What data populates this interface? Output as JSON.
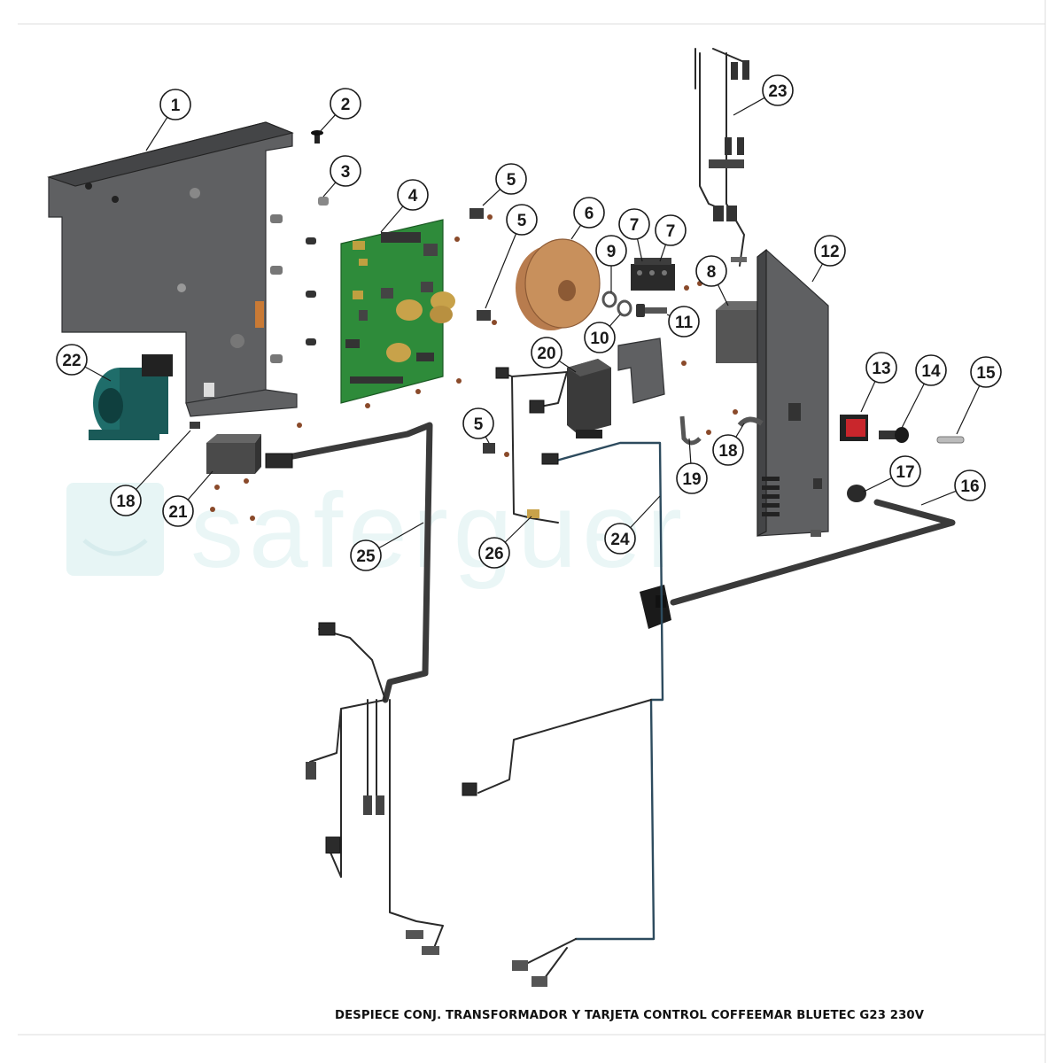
{
  "diagram": {
    "title": "DESPIECE CONJ. TRANSFORMADOR Y TARJETA CONTROL COFFEEMAR BLUETEC G23 230V",
    "watermark": "saferguer",
    "colors": {
      "metal": "#5f6062",
      "pcb": "#2e8b3a",
      "transformer": "#c48a5a",
      "pump": "#1f6d6a",
      "switch_red": "#c9262c",
      "watermark": "#d9f0f0",
      "blue_wire": "#2d4b5e"
    },
    "callouts": [
      "1",
      "2",
      "3",
      "4",
      "5",
      "5",
      "6",
      "7",
      "7",
      "9",
      "10",
      "11",
      "8",
      "12",
      "20",
      "5",
      "13",
      "14",
      "15",
      "18",
      "19",
      "23",
      "17",
      "16",
      "22",
      "18",
      "21",
      "25",
      "26",
      "24"
    ],
    "parts": [
      {
        "name": "chassis-plate"
      },
      {
        "name": "screw"
      },
      {
        "name": "spacer"
      },
      {
        "name": "control-board"
      },
      {
        "name": "cable-clip"
      },
      {
        "name": "toroidal-transformer"
      },
      {
        "name": "terminal-block"
      },
      {
        "name": "line-filter"
      },
      {
        "name": "washer"
      },
      {
        "name": "washer"
      },
      {
        "name": "bolt"
      },
      {
        "name": "side-panel"
      },
      {
        "name": "rocker-switch"
      },
      {
        "name": "fuse-holder"
      },
      {
        "name": "fuse"
      },
      {
        "name": "power-cord"
      },
      {
        "name": "cord-grommet"
      },
      {
        "name": "cable-clamp"
      },
      {
        "name": "cable-tie-clamp"
      },
      {
        "name": "relay-box"
      },
      {
        "name": "capacitor-block"
      },
      {
        "name": "pump-motor"
      },
      {
        "name": "sensor-harness"
      },
      {
        "name": "blue-harness"
      },
      {
        "name": "main-harness"
      },
      {
        "name": "small-harness"
      }
    ]
  }
}
